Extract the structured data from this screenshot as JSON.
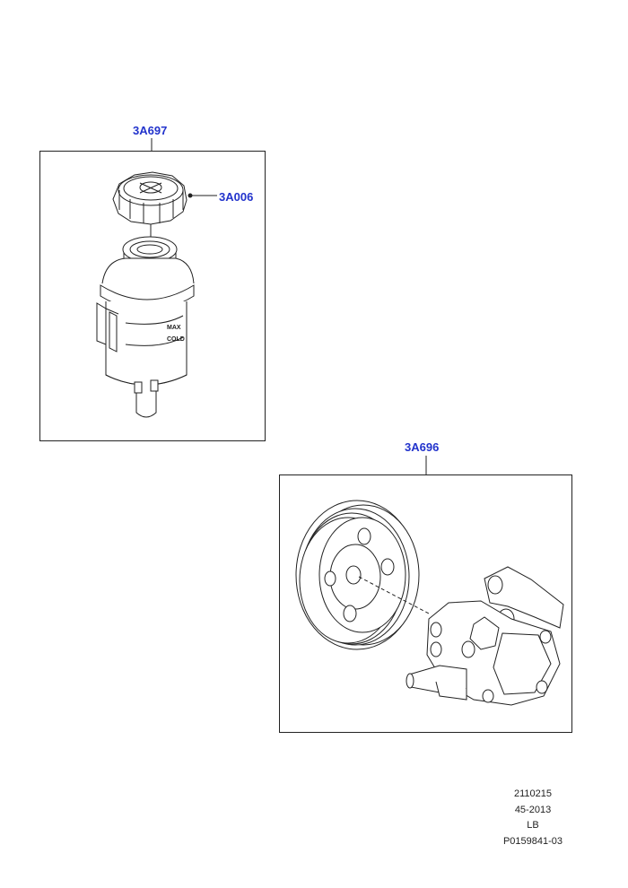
{
  "callouts": {
    "reservoir_assembly": "3A697",
    "reservoir_cap": "3A006",
    "pump_assembly": "3A696"
  },
  "footer": {
    "line1": "2110215",
    "line2": "45-2013",
    "line3": "LB",
    "line4": "P0159841-03"
  },
  "reservoir_markings": {
    "max": "MAX",
    "cold": "COLD"
  },
  "colors": {
    "callout": "#2233cc",
    "line": "#222222"
  }
}
